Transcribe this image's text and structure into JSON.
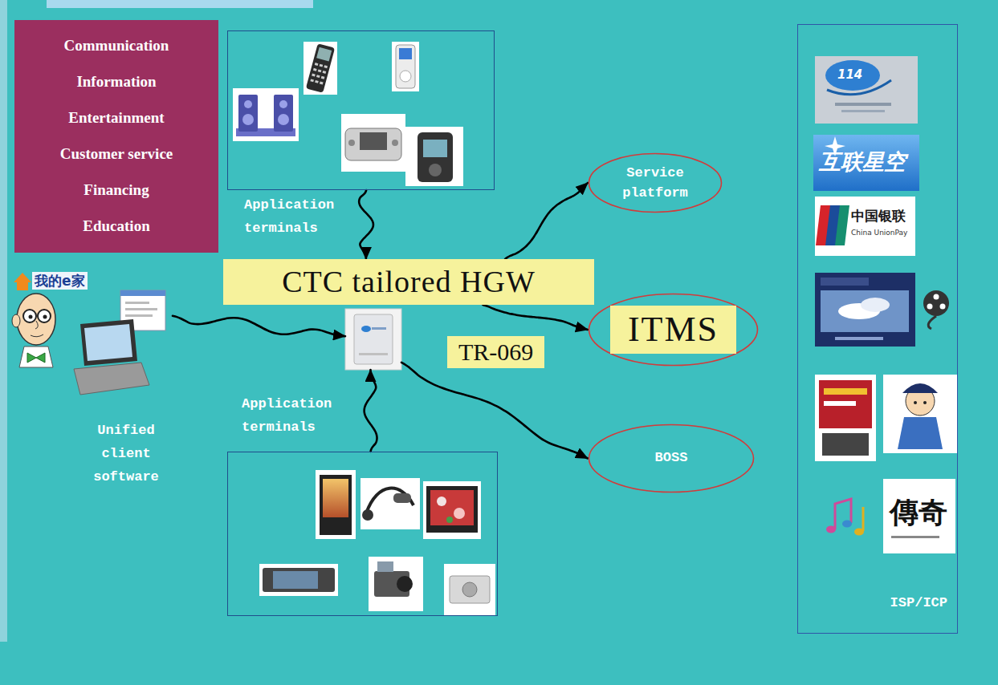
{
  "diagram": {
    "nodes": [
      {
        "text": [
          "Communication",
          "Information",
          "Entertainment",
          "Customer service",
          "Financing",
          "Education"
        ]
      },
      {
        "text": [
          "Application terminals"
        ]
      },
      {
        "text": [
          "CTC tailored HGW"
        ]
      },
      {
        "text": [
          "Unified client software"
        ]
      },
      {
        "text": [
          "Service platform"
        ]
      },
      {
        "text": [
          "ITMS"
        ]
      },
      {
        "text": [
          "BOSS"
        ]
      },
      {
        "text": [
          "Application terminals"
        ]
      },
      {
        "text": [
          "ISP/ICP"
        ]
      }
    ],
    "edges": [
      {
        "from": 1,
        "to": 2,
        "arrow": "to"
      },
      {
        "from": 3,
        "to": 2,
        "arrow": "to"
      },
      {
        "from": 7,
        "to": 2,
        "arrow": "to"
      },
      {
        "from": 2,
        "to": 4,
        "arrow": "to"
      },
      {
        "from": 2,
        "to": 5,
        "label": "TR-069",
        "arrow": "to"
      },
      {
        "from": 2,
        "to": 6,
        "arrow": "to"
      }
    ],
    "labels": [
      "我的e家",
      "114",
      "互联星空",
      "中国银联",
      "China UnionPay",
      "傳奇"
    ]
  }
}
